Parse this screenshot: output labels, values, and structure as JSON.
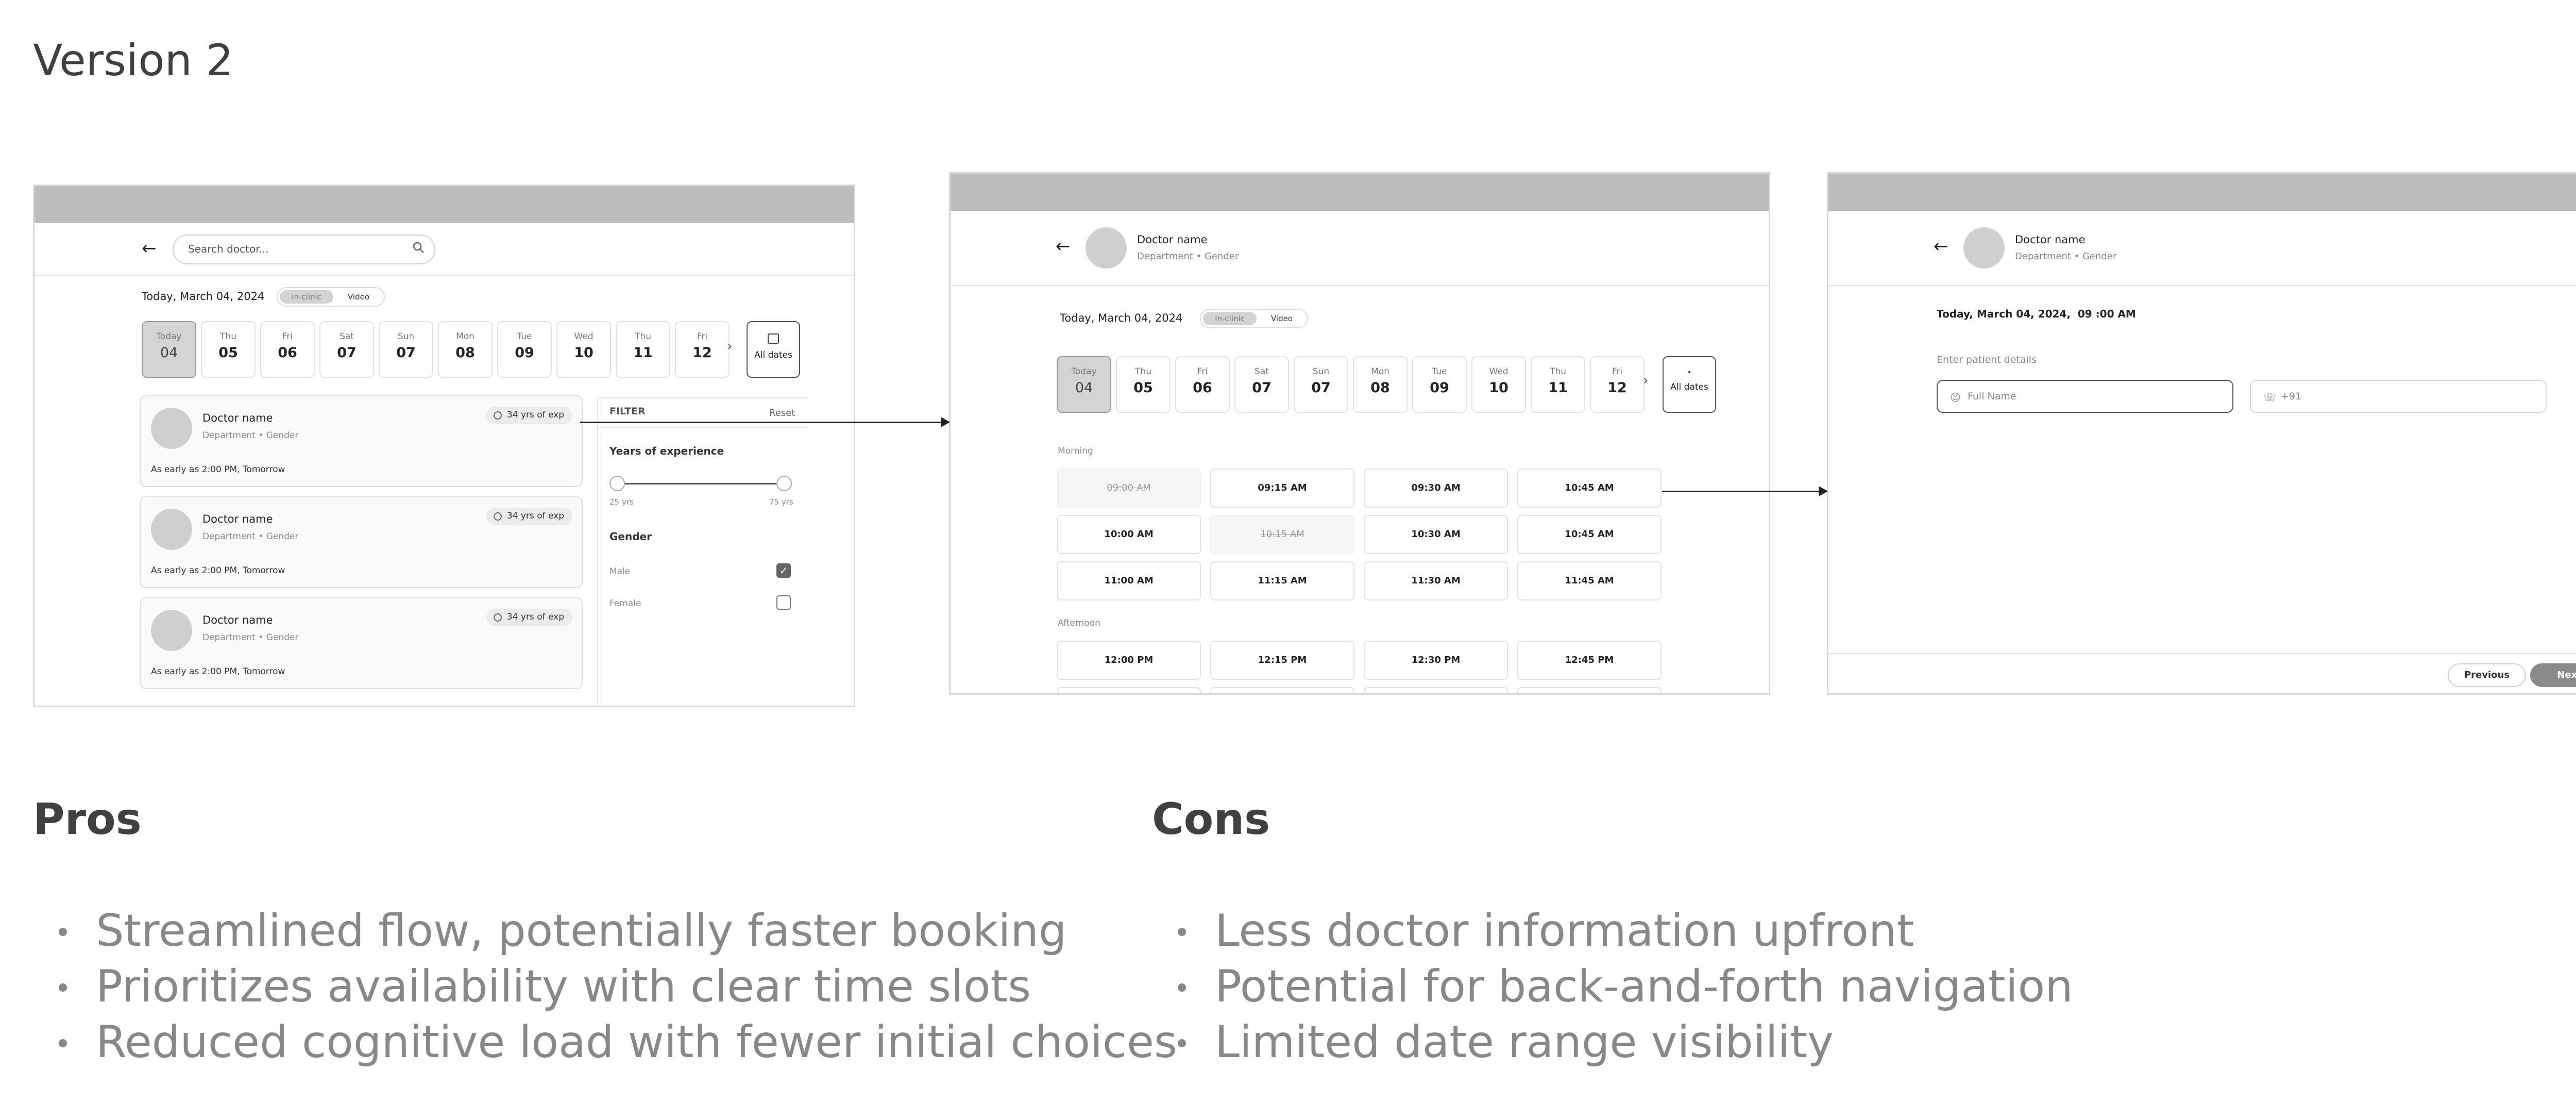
{
  "title": "Version 2",
  "screen1": {
    "search_placeholder": "Search doctor...",
    "date_label": "Today, March 04, 2024",
    "toggle": [
      "In-clinic",
      "Video"
    ],
    "days": [
      {
        "w": "Today",
        "n": "04"
      },
      {
        "w": "Thu",
        "n": "05"
      },
      {
        "w": "Fri",
        "n": "06"
      },
      {
        "w": "Sat",
        "n": "07"
      },
      {
        "w": "Sun",
        "n": "07"
      },
      {
        "w": "Mon",
        "n": "08"
      },
      {
        "w": "Tue",
        "n": "09"
      },
      {
        "w": "Wed",
        "n": "10"
      },
      {
        "w": "Thu",
        "n": "11"
      },
      {
        "w": "Fri",
        "n": "12"
      }
    ],
    "all_dates": "All dates",
    "cards": [
      {
        "name": "Doctor name",
        "meta": "Department • Gender",
        "exp": "34 yrs of exp",
        "early": "As early as 2:00 PM, Tomorrow"
      },
      {
        "name": "Doctor name",
        "meta": "Department • Gender",
        "exp": "34 yrs of exp",
        "early": "As early as 2:00 PM, Tomorrow"
      },
      {
        "name": "Doctor name",
        "meta": "Department • Gender",
        "exp": "34 yrs of exp",
        "early": "As early as 2:00 PM, Tomorrow"
      }
    ],
    "filter": {
      "title": "FILTER",
      "reset": "Reset",
      "years_label": "Years of experience",
      "min": "25 yrs",
      "max": "75 yrs",
      "gender_label": "Gender",
      "male": "Male",
      "female": "Female",
      "male_checked": true,
      "female_checked": false
    }
  },
  "screen2": {
    "doctor_name": "Doctor name",
    "doctor_meta": "Department • Gender",
    "date_label": "Today, March 04, 2024",
    "toggle": [
      "In-clinic",
      "Video"
    ],
    "days": [
      {
        "w": "Today",
        "n": "04"
      },
      {
        "w": "Thu",
        "n": "05"
      },
      {
        "w": "Fri",
        "n": "06"
      },
      {
        "w": "Sat",
        "n": "07"
      },
      {
        "w": "Sun",
        "n": "07"
      },
      {
        "w": "Mon",
        "n": "08"
      },
      {
        "w": "Tue",
        "n": "09"
      },
      {
        "w": "Wed",
        "n": "10"
      },
      {
        "w": "Thu",
        "n": "11"
      },
      {
        "w": "Fri",
        "n": "12"
      }
    ],
    "all_dates": "All dates",
    "morning_label": "Morning",
    "morning_slots": [
      {
        "t": "09:00 AM",
        "disabled": true
      },
      {
        "t": "09:15 AM",
        "disabled": false
      },
      {
        "t": "09:30 AM",
        "disabled": false
      },
      {
        "t": "10:45 AM",
        "disabled": false
      },
      {
        "t": "10:00 AM",
        "disabled": false
      },
      {
        "t": "10:15 AM",
        "disabled": true
      },
      {
        "t": "10:30 AM",
        "disabled": false
      },
      {
        "t": "10:45 AM",
        "disabled": false
      },
      {
        "t": "11:00 AM",
        "disabled": false
      },
      {
        "t": "11:15 AM",
        "disabled": false
      },
      {
        "t": "11:30 AM",
        "disabled": false
      },
      {
        "t": "11:45 AM",
        "disabled": false
      }
    ],
    "afternoon_label": "Afternoon",
    "afternoon_slots": [
      {
        "t": "12:00 PM",
        "disabled": false
      },
      {
        "t": "12:15 PM",
        "disabled": false
      },
      {
        "t": "12:30 PM",
        "disabled": false
      },
      {
        "t": "12:45 PM",
        "disabled": false
      }
    ]
  },
  "screen3": {
    "doctor_name": "Doctor name",
    "doctor_meta": "Department • Gender",
    "date_time": "Today, March 04, 2024,  09 :00 AM",
    "patient_label": "Enter patient details",
    "full_name_placeholder": "Full Name",
    "phone_placeholder": "+91",
    "previous": "Previous",
    "next": "Next"
  },
  "pros": {
    "heading": "Pros",
    "items": [
      "Streamlined flow, potentially faster booking",
      "Prioritizes availability with clear time slots",
      "Reduced cognitive load with fewer initial choices"
    ]
  },
  "cons": {
    "heading": "Cons",
    "items": [
      "Less doctor information upfront",
      "Potential for back-and-forth navigation",
      "Limited date range visibility"
    ]
  },
  "colors": {
    "bar": "#bdbdbd",
    "active_day": "#d4d4d4",
    "next_button": "#8a8a8a",
    "bullet_text": "#888888"
  }
}
